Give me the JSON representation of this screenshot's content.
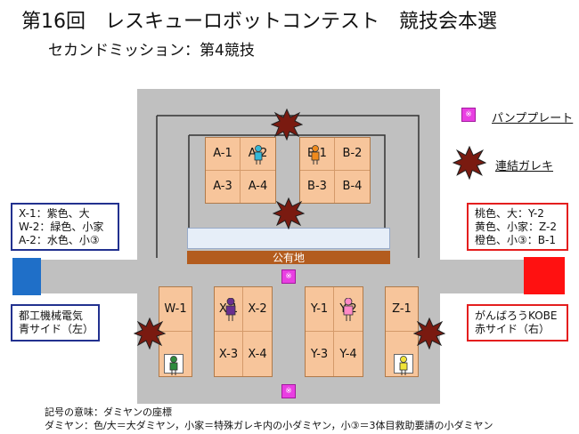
{
  "header": {
    "title": "第16回　レスキューロボットコンテスト　競技会本選",
    "subtitle": "セカンドミッション：第4競技"
  },
  "field": {
    "public_space": "公有地",
    "top_blocks": [
      {
        "cells": [
          "A-1",
          "A-2",
          "A-3",
          "A-4"
        ]
      },
      {
        "cells": [
          "B-1",
          "B-2",
          "B-3",
          "B-4"
        ]
      }
    ],
    "bottom_blocks": [
      {
        "cells": [
          "W-1",
          "",
          "",
          ""
        ]
      },
      {
        "cells": [
          "X-1",
          "X-2",
          "X-3",
          "X-4"
        ]
      },
      {
        "cells": [
          "Y-1",
          "Y-2",
          "Y-3",
          "Y-4"
        ]
      },
      {
        "cells": [
          "Z-1",
          "",
          "",
          ""
        ]
      }
    ],
    "dummy_colors": {
      "purple": "#6a2f8f",
      "green": "#2e8b3d",
      "lightblue": "#35b8d8",
      "pink": "#ff89c6",
      "yellow": "#f0e33a",
      "orange": "#f08a1c"
    }
  },
  "legend": {
    "pump_symbol": "※",
    "pump_plate": "パンププレート",
    "rubble": "連結ガレキ"
  },
  "left_info": {
    "lines": [
      "X-1：紫色、大",
      "W-2：緑色、小家",
      "A-2：水色、小③"
    ],
    "team": [
      "都工機械電気",
      "青サイド（左）"
    ],
    "color": "#1f5fbf"
  },
  "right_info": {
    "lines": [
      "桃色、大：Y-2",
      "黄色、小家：Z-2",
      "橙色、小③：B-1"
    ],
    "team": [
      "がんばろうKOBE",
      "赤サイド（右）"
    ],
    "color": "#e41e1e"
  },
  "notes": [
    "記号の意味：ダミヤンの座標",
    "ダミヤン：色/大＝大ダミヤン，小家＝特殊ガレキ内の小ダミヤン，小③＝3体目救助要請の小ダミヤン"
  ]
}
